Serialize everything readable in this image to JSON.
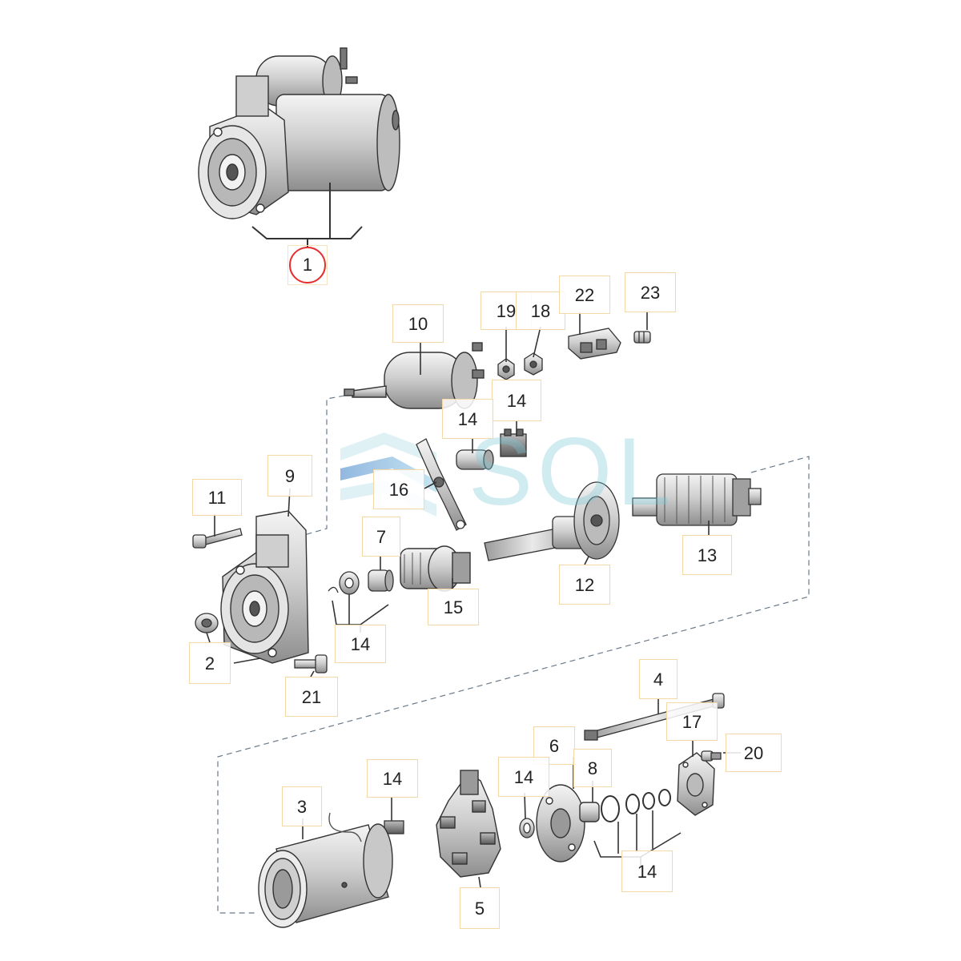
{
  "watermark": {
    "text": "SOL",
    "color": "#7cc8d8"
  },
  "colors": {
    "label_border": "#f4d9a6",
    "highlight_circle": "#e63030",
    "line": "#6a7a8a"
  },
  "callouts": {
    "c1": "1",
    "c2": "2",
    "c3": "3",
    "c4": "4",
    "c5": "5",
    "c6": "6",
    "c7": "7",
    "c8": "8",
    "c9": "9",
    "c10": "10",
    "c11": "11",
    "c12": "12",
    "c13": "13",
    "c14a": "14",
    "c14b": "14",
    "c14c": "14",
    "c14d": "14",
    "c14e": "14",
    "c14f": "14",
    "c15": "15",
    "c16": "16",
    "c17": "17",
    "c18": "18",
    "c19": "19",
    "c20": "20",
    "c21": "21",
    "c22": "22",
    "c23": "23"
  }
}
